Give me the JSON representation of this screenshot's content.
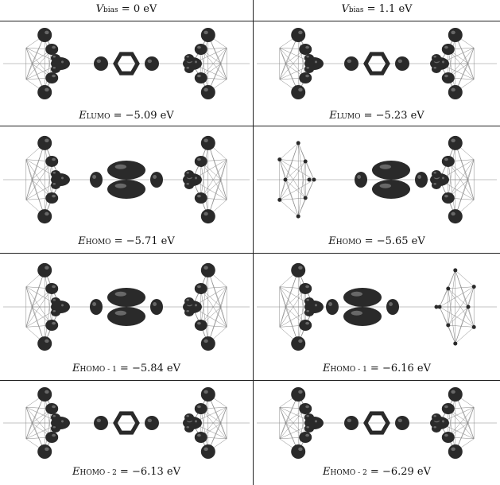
{
  "headers": {
    "left": {
      "symbol": "V",
      "subscript": "bias",
      "value": " = 0 eV"
    },
    "right": {
      "symbol": "V",
      "subscript": "bias",
      "value": " = 1.1 eV"
    }
  },
  "rows": [
    {
      "left": {
        "symbol": "E",
        "subscript": "LUMO",
        "value": " = −5.09 eV"
      },
      "right": {
        "symbol": "E",
        "subscript": "LUMO",
        "value": " = −5.23 eV"
      }
    },
    {
      "left": {
        "symbol": "E",
        "subscript": "HOMO",
        "value": " = −5.71 eV"
      },
      "right": {
        "symbol": "E",
        "subscript": "HOMO",
        "value": " = −5.65 eV"
      }
    },
    {
      "left": {
        "symbol": "E",
        "subscript": "HOMO - 1",
        "value": " = −5.84 eV"
      },
      "right": {
        "symbol": "E",
        "subscript": "HOMO - 1",
        "value": " = −6.16 eV"
      }
    },
    {
      "left": {
        "symbol": "E",
        "subscript": "HOMO - 2",
        "value": " = −6.13 eV"
      },
      "right": {
        "symbol": "E",
        "subscript": "HOMO - 2",
        "value": " = −6.29 eV"
      }
    }
  ],
  "colors": {
    "lobe": "#2a2a2a",
    "lobe_highlight": "#9a9a9a",
    "cage_line": "#888888",
    "rule": "#222222"
  }
}
